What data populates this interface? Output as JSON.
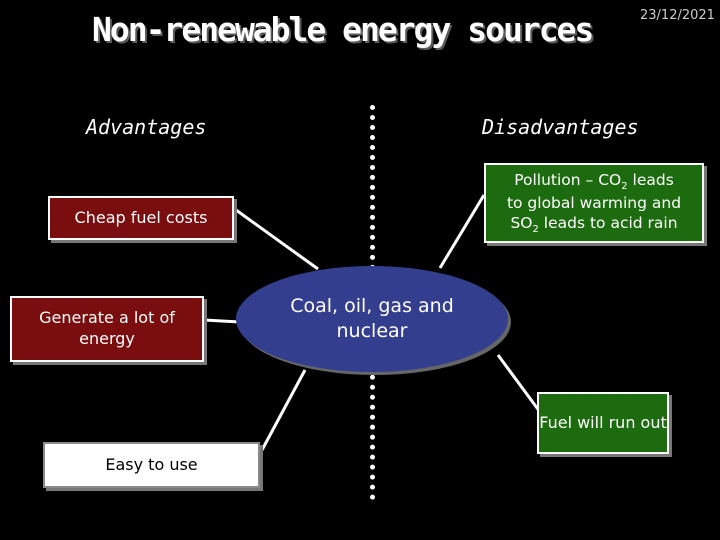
{
  "slide": {
    "title": "Non-renewable energy sources",
    "date": "23/12/2021",
    "advantages_heading": "Advantages",
    "disadvantages_heading": "Disadvantages",
    "center_label": "Coal, oil, gas and nuclear",
    "advantages": [
      "Cheap fuel costs",
      "Generate a lot of energy",
      "Easy to use"
    ],
    "disadvantages": {
      "pollution": {
        "line1_a": "Pollution – CO",
        "line1_sub": "2",
        "line1_b": " leads",
        "line2": "to global warming and",
        "line3_a": "SO",
        "line3_sub": "2",
        "line3_b": " leads to acid rain"
      },
      "fuel": "Fuel will run out"
    },
    "colors": {
      "background": "#000000",
      "advantage_box": "#7a0e0e",
      "disadvantage_box": "#1d6b0f",
      "center_ellipse": "#343e8e"
    }
  }
}
